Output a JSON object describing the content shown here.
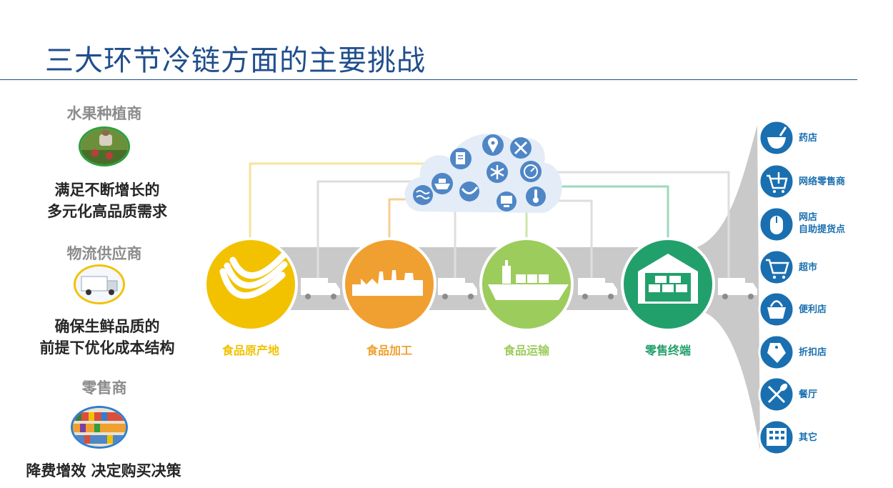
{
  "slide": {
    "title": "三大环节冷链方面的主要挑战"
  },
  "roles": [
    {
      "heading": "水果种植商",
      "desc_lines": [
        "满足不断增长的",
        "多元化高品质需求"
      ],
      "ring_color": "#2e9e3e"
    },
    {
      "heading": "物流供应商",
      "desc_lines": [
        "确保生鲜品质的",
        "前提下优化成本结构"
      ],
      "ring_color": "#f2c200"
    },
    {
      "heading": "零售商",
      "desc_lines": [
        "降费增效 决定购买决策"
      ],
      "ring_color": "#2f7fd0"
    }
  ],
  "stages": [
    {
      "label": "食品原产地",
      "color": "#f2c200",
      "icon": "banana-icon"
    },
    {
      "label": "食品加工",
      "color": "#f0a030",
      "icon": "factory-icon"
    },
    {
      "label": "食品运输",
      "color": "#9ccc5c",
      "icon": "cargo-ship-icon"
    },
    {
      "label": "零售终端",
      "color": "#22a06b",
      "icon": "warehouse-icon"
    }
  ],
  "cloud_icons": [
    "document-check-icon",
    "location-pin-icon",
    "tools-icon",
    "ship-icon",
    "snowflake-icon",
    "gauge-icon",
    "waves-icon",
    "banana-icon",
    "computer-icon",
    "thermometer-icon"
  ],
  "retail_channels": [
    {
      "lines": [
        "药店"
      ],
      "icon": "pharmacy-mortar-icon"
    },
    {
      "lines": [
        "网络零售商"
      ],
      "icon": "online-cart-icon"
    },
    {
      "lines": [
        "网店",
        "自助提货点"
      ],
      "icon": "mouse-icon"
    },
    {
      "lines": [
        "超市"
      ],
      "icon": "shopping-cart-icon"
    },
    {
      "lines": [
        "便利店"
      ],
      "icon": "basket-icon"
    },
    {
      "lines": [
        "折扣店"
      ],
      "icon": "price-tag-icon"
    },
    {
      "lines": [
        "餐厅"
      ],
      "icon": "fork-spoon-icon"
    },
    {
      "lines": [
        "其它"
      ],
      "icon": "building-icon"
    }
  ],
  "colors": {
    "title": "#1f4e8c",
    "channel_blue": "#1a6fb0",
    "belt_gray": "#c9c9c9",
    "cloud_fill": "#e3ecf7",
    "cloud_icon": "#4f86c6"
  }
}
